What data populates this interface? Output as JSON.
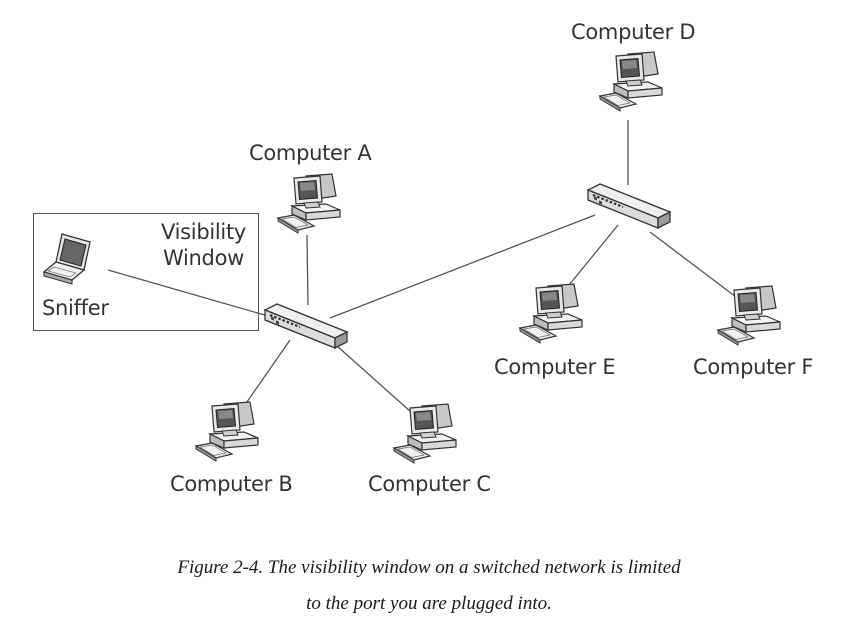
{
  "diagram": {
    "visibility_window": {
      "line1": "Visibility",
      "line2": "Window"
    },
    "sniffer_label": "Sniffer",
    "computers": {
      "a": "Computer A",
      "b": "Computer B",
      "c": "Computer C",
      "d": "Computer D",
      "e": "Computer E",
      "f": "Computer F"
    }
  },
  "caption": {
    "line1": "Figure 2-4. The visibility window on a switched network is limited",
    "line2": "to the port you are plugged into."
  }
}
